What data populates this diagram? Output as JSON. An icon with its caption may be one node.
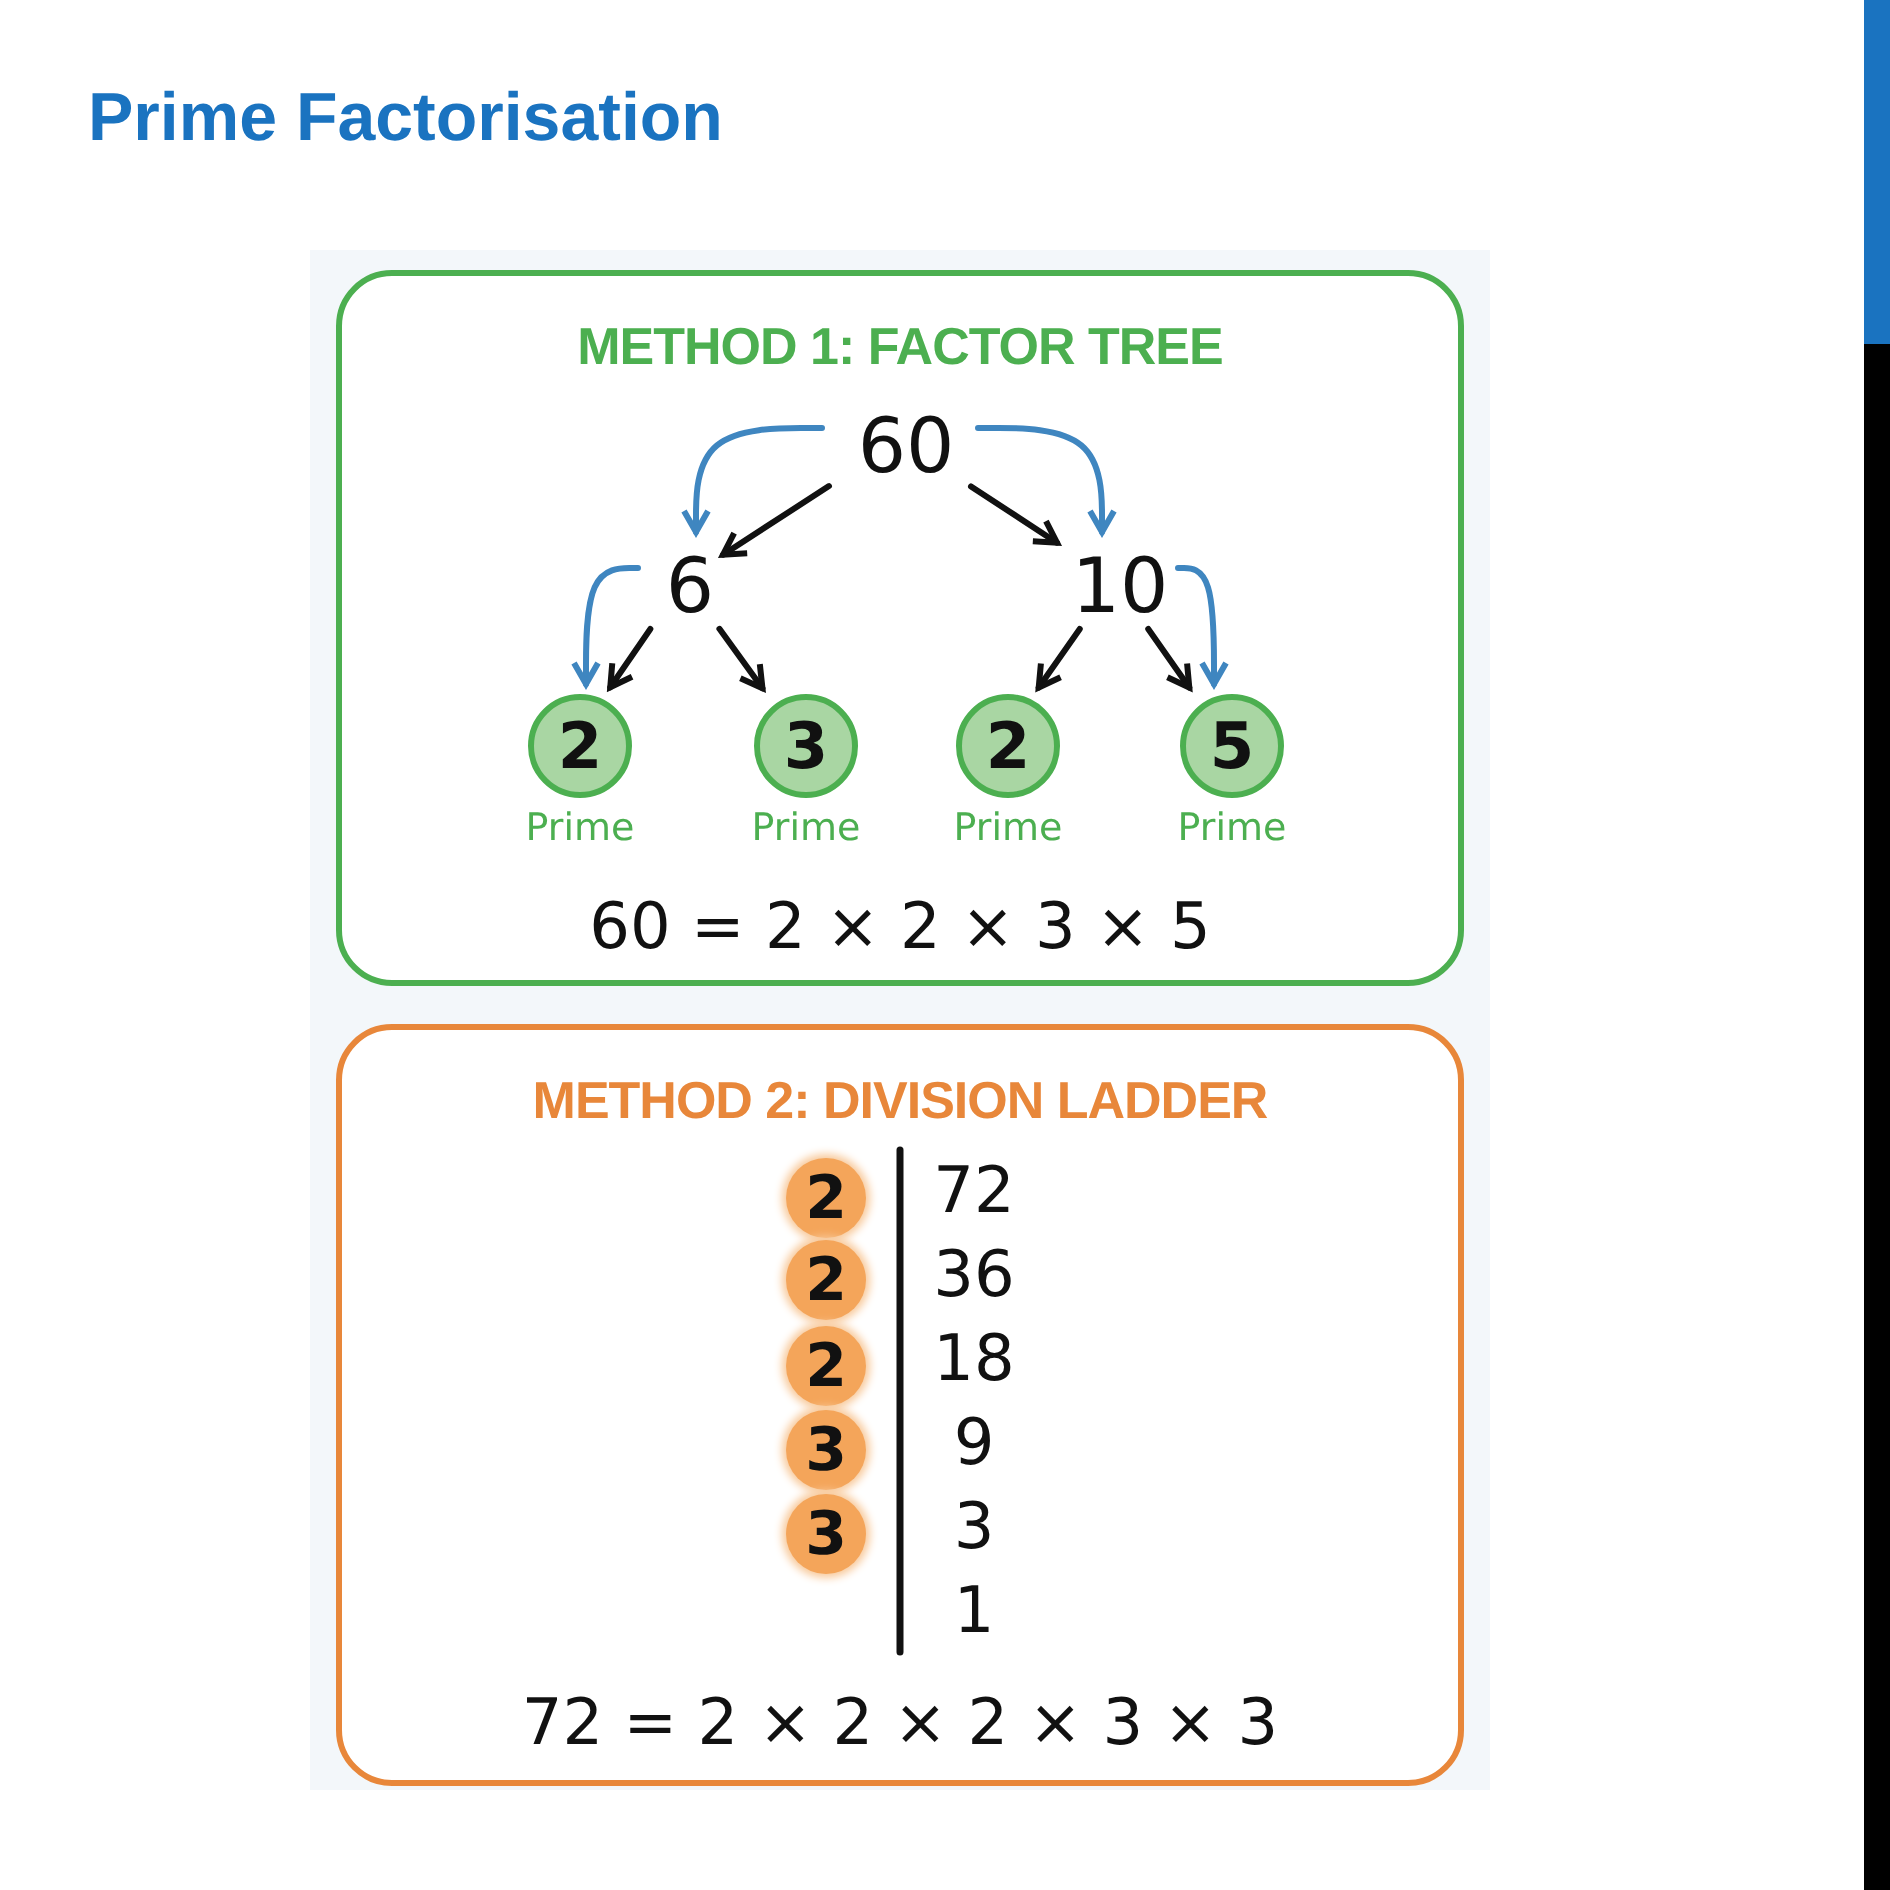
{
  "diagram": {
    "title": "Prime Factorisation",
    "nodes": [
      {
        "text": [
          "METHOD 1: FACTOR TREE",
          "60 = 2 × 2 × 3 × 5"
        ]
      },
      {
        "text": [
          "60"
        ],
        "in": 0
      },
      {
        "text": [
          "6"
        ],
        "in": 0
      },
      {
        "text": [
          "10"
        ],
        "in": 0
      },
      {
        "text": [
          "2"
        ],
        "in": 0,
        "beside": [
          "Prime"
        ]
      },
      {
        "text": [
          "3"
        ],
        "in": 0,
        "beside": [
          "Prime"
        ]
      },
      {
        "text": [
          "2"
        ],
        "in": 0,
        "beside": [
          "Prime"
        ]
      },
      {
        "text": [
          "5"
        ],
        "in": 0,
        "beside": [
          "Prime"
        ]
      },
      {
        "text": [
          "METHOD 2: DIVISION LADDER",
          "72 = 2 × 2 × 2 × 3 × 3"
        ]
      },
      {
        "text": [
          "2"
        ],
        "in": 8
      },
      {
        "text": [
          "2"
        ],
        "in": 8
      },
      {
        "text": [
          "2"
        ],
        "in": 8
      },
      {
        "text": [
          "3"
        ],
        "in": 8
      },
      {
        "text": [
          "3"
        ],
        "in": 8
      }
    ],
    "edges": [
      {
        "from": 1,
        "to": 2,
        "arrow": "to"
      },
      {
        "from": 1,
        "to": 3,
        "arrow": "to"
      },
      {
        "from": 2,
        "to": 4,
        "arrow": "to"
      },
      {
        "from": 2,
        "to": 5,
        "arrow": "to"
      },
      {
        "from": 3,
        "to": 6,
        "arrow": "to"
      },
      {
        "from": 3,
        "to": 7,
        "arrow": "to"
      },
      {
        "from": 1,
        "to": 2,
        "arrow": "to",
        "color": "#3f86c0"
      },
      {
        "from": 1,
        "to": 3,
        "arrow": "to",
        "color": "#3f86c0"
      },
      {
        "from": 2,
        "to": 4,
        "arrow": "to",
        "color": "#3f86c0"
      },
      {
        "from": 3,
        "to": 7,
        "arrow": "to",
        "color": "#3f86c0"
      }
    ],
    "labels": [
      "72",
      "36",
      "18",
      "9",
      "3",
      "1"
    ]
  }
}
